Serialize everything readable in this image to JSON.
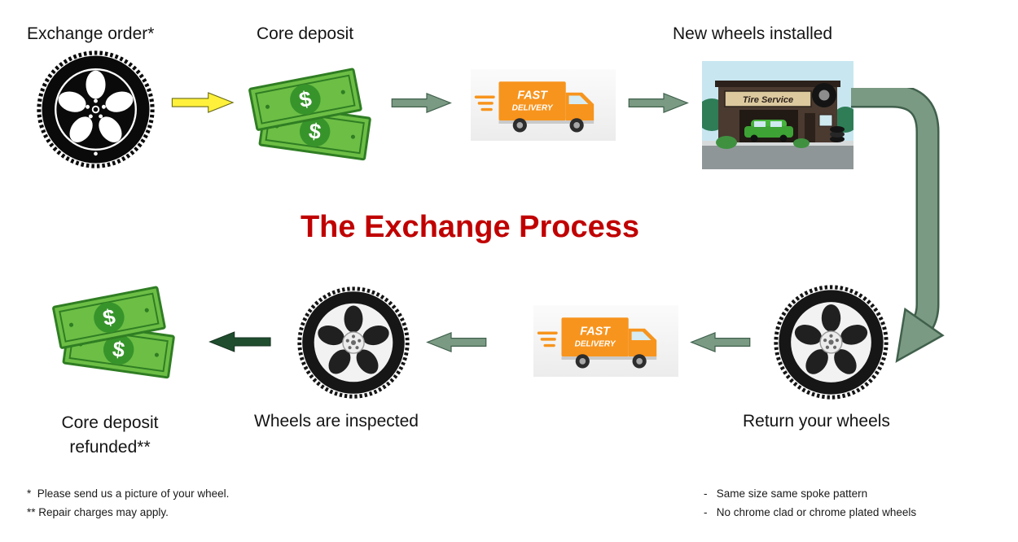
{
  "title": {
    "text": "The Exchange Process"
  },
  "steps": {
    "exchange_order": "Exchange order*",
    "core_deposit": "Core deposit",
    "new_wheels_installed": "New wheels installed",
    "return_your_wheels": "Return your wheels",
    "wheels_inspected": "Wheels are inspected",
    "refund_line1": "Core deposit",
    "refund_line2": "refunded**"
  },
  "truck": {
    "line1": "FAST",
    "line2": "DELIVERY"
  },
  "building": {
    "sign": "Tire Service"
  },
  "money": {
    "symbol": "$"
  },
  "footnotes": {
    "left": [
      "*  Please send us a picture of your wheel.",
      "** Repair charges may apply."
    ],
    "right": [
      "-   Same size same spoke pattern",
      "-   No chrome clad or chrome plated wheels"
    ]
  },
  "colors": {
    "title_red": "#C00000",
    "arrow_green": "#7a9a83",
    "arrow_green_outline": "#40604c",
    "arrow_dark_green": "#1F4D2E",
    "arrow_yellow": "#FFF13B",
    "money_green": "#6CBE45",
    "money_dark_green": "#2F7D23",
    "truck_orange": "#F7941D"
  }
}
